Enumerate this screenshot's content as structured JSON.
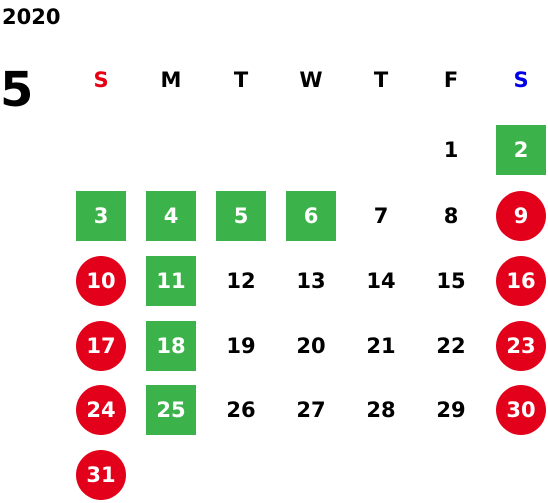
{
  "year": "2020",
  "month": "5",
  "colors": {
    "holiday_green": "#3cb34a",
    "sunday_red": "#e2001a",
    "sunday_header": "#e60012",
    "saturday_header": "#0000e6"
  },
  "weekdays": [
    {
      "label": "S",
      "kind": "sun"
    },
    {
      "label": "M",
      "kind": ""
    },
    {
      "label": "T",
      "kind": ""
    },
    {
      "label": "W",
      "kind": ""
    },
    {
      "label": "T",
      "kind": ""
    },
    {
      "label": "F",
      "kind": ""
    },
    {
      "label": "S",
      "kind": "sat"
    }
  ],
  "weeks": [
    [
      {
        "d": ""
      },
      {
        "d": ""
      },
      {
        "d": ""
      },
      {
        "d": ""
      },
      {
        "d": ""
      },
      {
        "d": "1"
      },
      {
        "d": "2",
        "s": "green"
      }
    ],
    [
      {
        "d": "3",
        "s": "green"
      },
      {
        "d": "4",
        "s": "green"
      },
      {
        "d": "5",
        "s": "green"
      },
      {
        "d": "6",
        "s": "green"
      },
      {
        "d": "7"
      },
      {
        "d": "8"
      },
      {
        "d": "9",
        "s": "red"
      }
    ],
    [
      {
        "d": "10",
        "s": "red"
      },
      {
        "d": "11",
        "s": "green"
      },
      {
        "d": "12"
      },
      {
        "d": "13"
      },
      {
        "d": "14"
      },
      {
        "d": "15"
      },
      {
        "d": "16",
        "s": "red"
      }
    ],
    [
      {
        "d": "17",
        "s": "red"
      },
      {
        "d": "18",
        "s": "green"
      },
      {
        "d": "19"
      },
      {
        "d": "20"
      },
      {
        "d": "21"
      },
      {
        "d": "22"
      },
      {
        "d": "23",
        "s": "red"
      }
    ],
    [
      {
        "d": "24",
        "s": "red"
      },
      {
        "d": "25",
        "s": "green"
      },
      {
        "d": "26"
      },
      {
        "d": "27"
      },
      {
        "d": "28"
      },
      {
        "d": "29"
      },
      {
        "d": "30",
        "s": "red"
      }
    ],
    [
      {
        "d": "31",
        "s": "red"
      },
      {
        "d": ""
      },
      {
        "d": ""
      },
      {
        "d": ""
      },
      {
        "d": ""
      },
      {
        "d": ""
      },
      {
        "d": ""
      }
    ]
  ]
}
